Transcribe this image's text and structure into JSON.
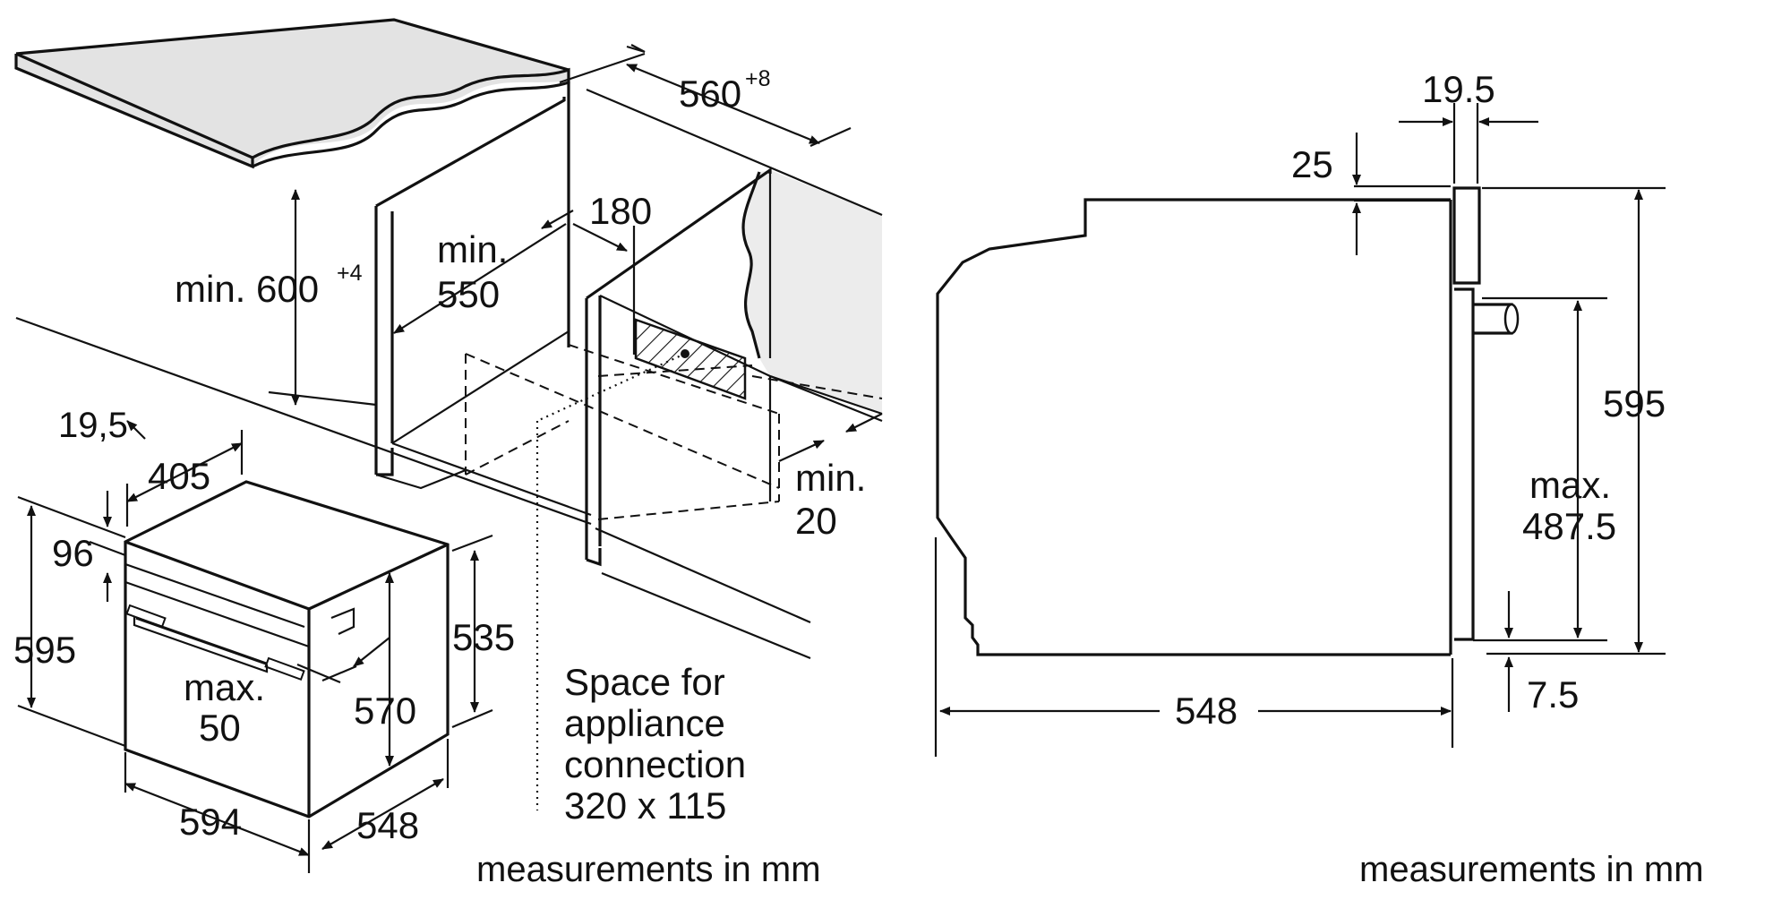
{
  "left_diagram": {
    "dims": {
      "d_560": "560",
      "d_560_tol": "+8",
      "d_min600_prefix": "min. 600",
      "d_min600_tol": "+4",
      "d_min550_a": "min.",
      "d_min550_b": "550",
      "d_180": "180",
      "d_min20_a": "min.",
      "d_min20_b": "20",
      "d_19_5": "19,5",
      "d_405": "405",
      "d_96": "96",
      "d_595": "595",
      "d_max50_a": "max.",
      "d_max50_b": "50",
      "d_570": "570",
      "d_535": "535",
      "d_594": "594",
      "d_548": "548"
    },
    "connection_note": [
      "Space for",
      "appliance",
      "connection",
      "320 x 115"
    ],
    "footer": "measurements in mm"
  },
  "right_diagram": {
    "dims": {
      "d_19_5": "19.5",
      "d_25": "25",
      "d_595": "595",
      "d_max_a": "max.",
      "d_max_b": "487.5",
      "d_7_5": "7.5",
      "d_548": "548"
    },
    "footer": "measurements in mm"
  },
  "colors": {
    "line": "#111111",
    "countertop": "#e3e3e3",
    "wall": "#ececec"
  }
}
